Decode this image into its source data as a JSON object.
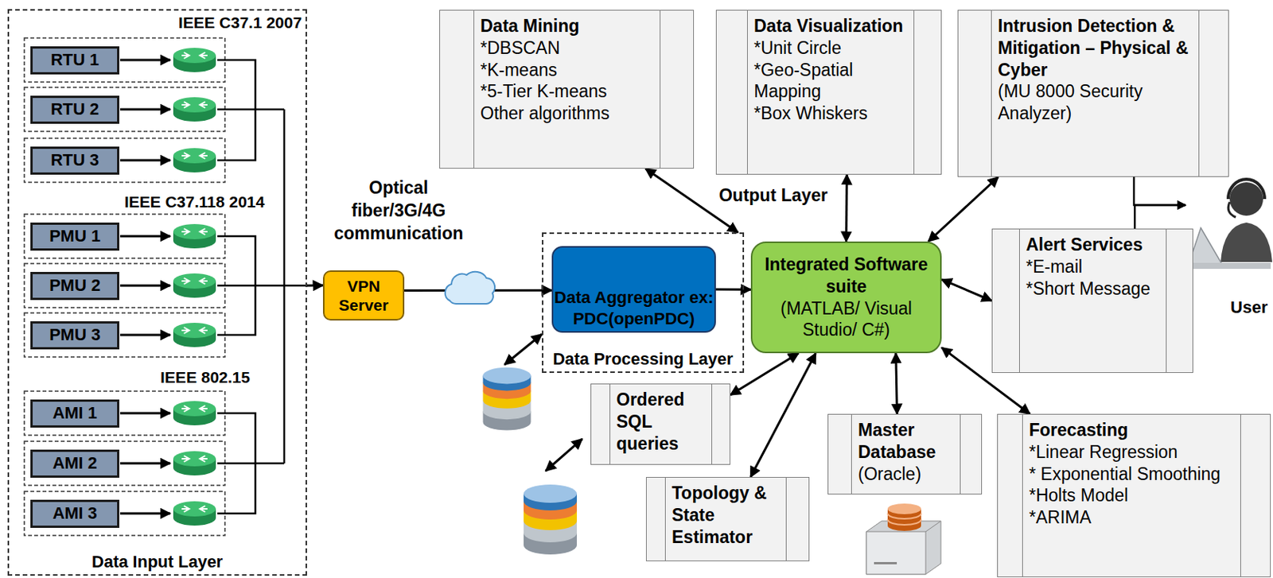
{
  "diagram": {
    "nodes": [
      {
        "text": [
          "Data Input Layer"
        ]
      },
      {
        "text": [
          "RTU 1"
        ],
        "in": 0
      },
      {
        "text": [
          "RTU 2"
        ],
        "in": 0
      },
      {
        "text": [
          "RTU 3"
        ],
        "in": 0
      },
      {
        "text": [
          "PMU 1"
        ],
        "in": 0
      },
      {
        "text": [
          "PMU 2"
        ],
        "in": 0
      },
      {
        "text": [
          "PMU 3"
        ],
        "in": 0
      },
      {
        "text": [
          "AMI 1"
        ],
        "in": 0
      },
      {
        "text": [
          "AMI 2"
        ],
        "in": 0
      },
      {
        "text": [
          "AMI 3"
        ],
        "in": 0
      },
      {
        "text": [
          "VPN Server"
        ]
      },
      {
        "text": [
          "Data Processing Layer"
        ]
      },
      {
        "text": [
          "Data Aggregator ex: PDC(openPDC)"
        ],
        "in": 11
      },
      {
        "text": [
          "Integrated Software suite",
          "(MATLAB/ Visual Studio/ C#)"
        ]
      },
      {
        "text": [
          "Data Mining",
          "*DBSCAN",
          "*K-means",
          "*5-Tier K-means",
          "Other algorithms"
        ]
      },
      {
        "text": [
          "Data Visualization",
          "*Unit Circle",
          "*Geo-Spatial Mapping",
          "*Box Whiskers"
        ]
      },
      {
        "text": [
          "Intrusion Detection & Mitigation – Physical & Cyber",
          "(MU 8000 Security Analyzer)"
        ]
      },
      {
        "text": [
          "Alert Services",
          "*E-mail",
          "*Short Message"
        ]
      },
      {
        "text": [
          "User"
        ]
      },
      {
        "text": [
          "Ordered SQL queries"
        ]
      },
      {
        "text": [
          "Topology & State Estimator"
        ]
      },
      {
        "text": [
          "Master Database",
          "(Oracle)"
        ]
      },
      {
        "text": [
          "Forecasting",
          "*Linear Regression",
          "* Exponential Smoothing",
          "*Holts Model",
          "*ARIMA"
        ]
      }
    ],
    "edges": [
      {
        "from": 0,
        "to": 10,
        "arrow": "to"
      },
      {
        "from": 10,
        "to": 12,
        "arrow": "to"
      },
      {
        "from": 12,
        "to": 13,
        "arrow": "to"
      },
      {
        "from": 14,
        "to": 11,
        "arrow": "both"
      },
      {
        "from": 13,
        "to": 15,
        "arrow": "both"
      },
      {
        "from": 13,
        "to": 16,
        "arrow": "both"
      },
      {
        "from": 13,
        "to": 17,
        "arrow": "both"
      },
      {
        "from": 16,
        "to": 18,
        "arrow": "to"
      },
      {
        "from": 17,
        "to": 18,
        "arrow": "to"
      },
      {
        "from": 13,
        "to": 19,
        "arrow": "both"
      },
      {
        "from": 13,
        "to": 20,
        "arrow": "both"
      },
      {
        "from": 13,
        "to": 21,
        "arrow": "both"
      },
      {
        "from": 13,
        "to": 22,
        "arrow": "both"
      }
    ],
    "labels": [
      "IEEE C37.1 2007",
      "IEEE C37.118 2014",
      "IEEE 802.15",
      "Optical fiber/3G/4G communication",
      "Output Layer"
    ]
  }
}
